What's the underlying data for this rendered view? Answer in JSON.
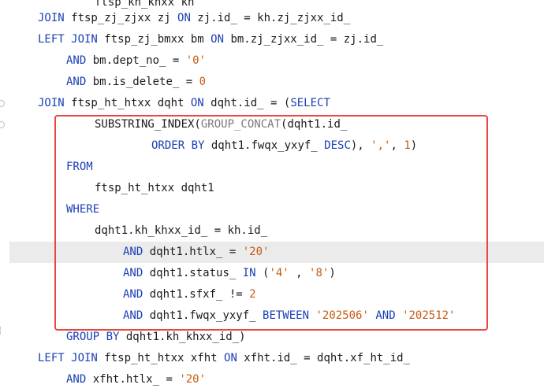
{
  "editor": {
    "lines": [
      {
        "tokens": [
          {
            "t": "txt",
            "v": "ftsp_kh_khxx kh"
          }
        ]
      },
      {
        "tokens": [
          {
            "t": "kw",
            "v": "JOIN"
          },
          {
            "t": "txt",
            "v": " ftsp_zj_zjxx zj "
          },
          {
            "t": "kw",
            "v": "ON"
          },
          {
            "t": "txt",
            "v": " zj.id_ = kh.zj_zjxx_id_"
          }
        ]
      },
      {
        "tokens": [
          {
            "t": "kw",
            "v": "LEFT JOIN"
          },
          {
            "t": "txt",
            "v": " ftsp_zj_bmxx bm "
          },
          {
            "t": "kw",
            "v": "ON"
          },
          {
            "t": "txt",
            "v": " bm.zj_zjxx_id_ = zj.id_"
          }
        ]
      },
      {
        "tokens": [
          {
            "t": "kw",
            "v": "AND"
          },
          {
            "t": "txt",
            "v": " bm.dept_no_ = "
          },
          {
            "t": "str",
            "v": "'0'"
          }
        ]
      },
      {
        "tokens": [
          {
            "t": "kw",
            "v": "AND"
          },
          {
            "t": "txt",
            "v": " bm.is_delete_ = "
          },
          {
            "t": "num",
            "v": "0"
          }
        ]
      },
      {
        "tokens": [
          {
            "t": "kw",
            "v": "JOIN"
          },
          {
            "t": "txt",
            "v": " ftsp_ht_htxx dqht "
          },
          {
            "t": "kw",
            "v": "ON"
          },
          {
            "t": "txt",
            "v": " dqht.id_ = ("
          },
          {
            "t": "kw",
            "v": "SELECT"
          }
        ]
      },
      {
        "tokens": [
          {
            "t": "txt",
            "v": "SUBSTRING_INDEX("
          },
          {
            "t": "fn",
            "v": "GROUP_CONCAT"
          },
          {
            "t": "txt",
            "v": "(dqht1.id_"
          }
        ]
      },
      {
        "tokens": [
          {
            "t": "kw",
            "v": "ORDER BY"
          },
          {
            "t": "txt",
            "v": " dqht1.fwqx_yxyf_ "
          },
          {
            "t": "kw",
            "v": "DESC"
          },
          {
            "t": "txt",
            "v": "), "
          },
          {
            "t": "str",
            "v": "','"
          },
          {
            "t": "txt",
            "v": ", "
          },
          {
            "t": "num",
            "v": "1"
          },
          {
            "t": "txt",
            "v": ")"
          }
        ]
      },
      {
        "tokens": [
          {
            "t": "kw",
            "v": "FROM"
          }
        ]
      },
      {
        "tokens": [
          {
            "t": "txt",
            "v": "ftsp_ht_htxx dqht1"
          }
        ]
      },
      {
        "tokens": [
          {
            "t": "kw",
            "v": "WHERE"
          }
        ]
      },
      {
        "tokens": [
          {
            "t": "txt",
            "v": "dqht1.kh_khxx_id_ = kh.id_"
          }
        ]
      },
      {
        "tokens": [
          {
            "t": "kw",
            "v": "AND"
          },
          {
            "t": "txt",
            "v": " dqht1.htlx_ = "
          },
          {
            "t": "str",
            "v": "'20'"
          }
        ]
      },
      {
        "tokens": [
          {
            "t": "kw",
            "v": "AND"
          },
          {
            "t": "txt",
            "v": " dqht1.status_ "
          },
          {
            "t": "kw",
            "v": "IN"
          },
          {
            "t": "txt",
            "v": " ("
          },
          {
            "t": "str",
            "v": "'4'"
          },
          {
            "t": "txt",
            "v": " , "
          },
          {
            "t": "str",
            "v": "'8'"
          },
          {
            "t": "txt",
            "v": ")"
          }
        ]
      },
      {
        "tokens": [
          {
            "t": "kw",
            "v": "AND"
          },
          {
            "t": "txt",
            "v": " dqht1.sfxf_ != "
          },
          {
            "t": "num",
            "v": "2"
          }
        ]
      },
      {
        "tokens": [
          {
            "t": "kw",
            "v": "AND"
          },
          {
            "t": "txt",
            "v": " dqht1.fwqx_yxyf_ "
          },
          {
            "t": "kw",
            "v": "BETWEEN"
          },
          {
            "t": "txt",
            "v": " "
          },
          {
            "t": "str",
            "v": "'202506'"
          },
          {
            "t": "txt",
            "v": " "
          },
          {
            "t": "kw",
            "v": "AND"
          },
          {
            "t": "txt",
            "v": " "
          },
          {
            "t": "str",
            "v": "'202512'"
          }
        ]
      },
      {
        "tokens": [
          {
            "t": "kw",
            "v": "GROUP BY"
          },
          {
            "t": "txt",
            "v": " dqht1.kh_khxx_id_)"
          }
        ]
      },
      {
        "tokens": [
          {
            "t": "kw",
            "v": "LEFT JOIN"
          },
          {
            "t": "txt",
            "v": " ftsp_ht_htxx xfht "
          },
          {
            "t": "kw",
            "v": "ON"
          },
          {
            "t": "txt",
            "v": " xfht.id_ = dqht.xf_ht_id_"
          }
        ]
      },
      {
        "tokens": [
          {
            "t": "kw",
            "v": "AND"
          },
          {
            "t": "txt",
            "v": " xfht.htlx_ = "
          },
          {
            "t": "str",
            "v": "'20'"
          }
        ]
      }
    ],
    "highlighted_line_index": 12,
    "colors": {
      "keyword": "#1b3fb6",
      "string": "#c75b12",
      "function_dim": "#7a7a7a",
      "highlight_box": "#e8473f",
      "current_line": "#ebebeb"
    }
  }
}
